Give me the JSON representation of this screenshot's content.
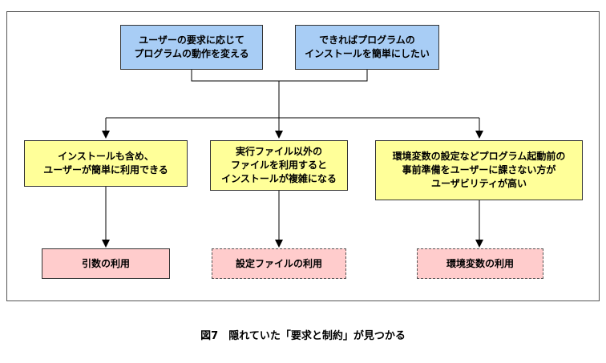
{
  "diagram": {
    "top": [
      {
        "id": "user-request",
        "text": "ユーザーの要求に応じて\nプログラムの動作を変える"
      },
      {
        "id": "easy-install",
        "text": "できればプログラムの\nインストールを簡単にしたい"
      }
    ],
    "middle": [
      {
        "id": "include-install",
        "text": "インストールも含め、\nユーザーが簡単に利用できる"
      },
      {
        "id": "non-exe-files",
        "text": "実行ファイル以外の\nファイルを利用すると\nインストールが複雑になる"
      },
      {
        "id": "no-env-settings",
        "text": "環境変数の設定などプログラム起動前の\n事前準備をユーザーに課さない方が\nユーザビリティが高い"
      }
    ],
    "bottom": [
      {
        "id": "args",
        "text": "引数の利用"
      },
      {
        "id": "settings-file",
        "text": "設定ファイルの利用"
      },
      {
        "id": "env-vars",
        "text": "環境変数の利用"
      }
    ]
  },
  "caption": "図7　隠れていた「要求と制約」が見つかる"
}
